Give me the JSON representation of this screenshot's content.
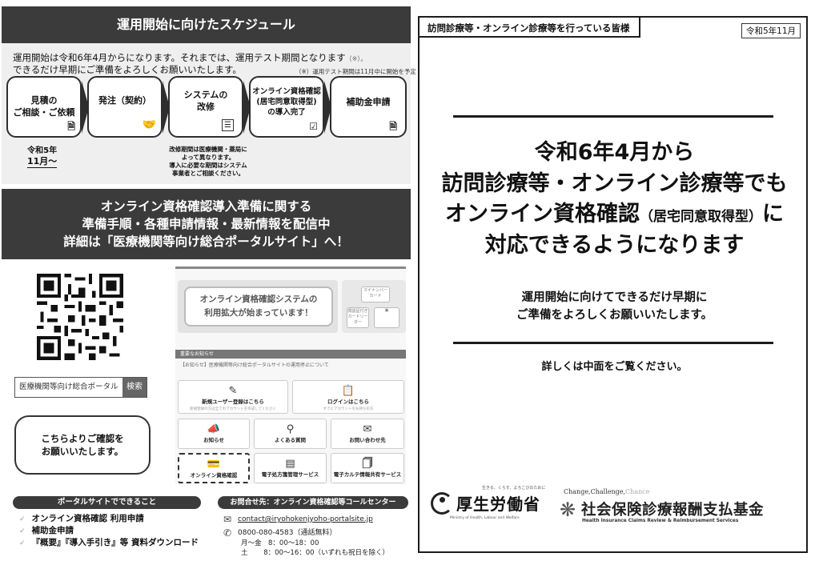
{
  "left": {
    "schedule_title": "運用開始に向けたスケジュール",
    "intro_line1": "運用開始は令和6年4月からになります。それまでは、運用テスト期間となります",
    "intro_mark": "（※）。",
    "intro_line2": "できるだけ早期にご準備をよろしくお願いいたします。",
    "test_note": "（※）運用テスト期間は11月中に開始を予定",
    "steps": [
      {
        "label": "見積の\nご相談・ご依頼",
        "icon": "document-icon"
      },
      {
        "label": "発注（契約）",
        "icon": "handshake-icon"
      },
      {
        "label": "システムの\n改修",
        "icon": "system-icon"
      },
      {
        "label": "オンライン資格確認\n(居宅同意取得型)\nの導入完了",
        "icon": "checkbox-icon"
      },
      {
        "label": "補助金申請",
        "icon": "document-icon"
      }
    ],
    "date_line1": "令和5年",
    "date_line2": "11月〜",
    "modify_note": "改修期間は医療機関・薬局に\nよって異なります。\n導入に必要な期間はシステム\n事業者とご相談ください。",
    "portal_line1": "オンライン資格確認導入準備に関する",
    "portal_line2": "準備手順・各種申請情報・最新情報を配信中",
    "portal_line3": "詳細は「医療機関等向け総合ポータルサイト」へ！",
    "search_placeholder": "医療機関等向け総合ポータル",
    "search_button": "検索",
    "bubble_text": "こちらよりご確認を\nお願いいたします。",
    "portal_mock": {
      "banner_text": "オンライン資格確認システムの\n利用拡大が始まっています！",
      "side_top": "マイナンバーカード",
      "side_bottom_left": "顔認証付きカードリーダー",
      "news_head": "重要なお知らせ",
      "news_item": "【お知らせ】医療機関等向け総合ポータルサイトの運用停止について",
      "tiles": [
        {
          "label": "新規ユーザー登録はこちら",
          "icon": "edit-icon",
          "sub": "新規登録の方は全てのアカウントを作成してください"
        },
        {
          "label": "ログインはこちら",
          "icon": "login-icon",
          "sub": "すでにアカウントをお持ちの方"
        },
        {
          "label": "お知らせ",
          "icon": "megaphone-icon",
          "sub": ""
        },
        {
          "label": "よくある質問",
          "icon": "search-icon",
          "sub": ""
        },
        {
          "label": "お問い合わせ先",
          "icon": "mail-icon",
          "sub": ""
        },
        {
          "label": "オンライン資格確認",
          "icon": "card-icon",
          "sub": ""
        },
        {
          "label": "電子処方箋管理サービス",
          "icon": "prescription-icon",
          "sub": ""
        },
        {
          "label": "電子カルテ情報共有サービス",
          "icon": "files-icon",
          "sub": ""
        }
      ]
    },
    "can_do_title": "ポータルサイトでできること",
    "can_do_items": [
      "オンライン資格確認 利用申請",
      "補助金申請",
      "『概要』『導入手引き』等 資料ダウンロード"
    ],
    "contact_title": "お問合せ先：オンライン資格確認等コールセンター",
    "contact_email": "contact@iryohokenjyoho-portalsite.jp",
    "contact_phone": "0800-080-4583（通話無料）",
    "contact_hours1": "月〜金　8：00〜18：00",
    "contact_hours2": "土　　 8：00〜16：00（いずれも祝日を除く）"
  },
  "right": {
    "audience": "訪問診療等・オンライン診療等を行っている皆様",
    "date_badge": "令和5年11月",
    "headline_line1": "令和6年4月から",
    "headline_line2": "訪問診療等・オンライン診療等でも",
    "headline_line3a": "オンライン資格確認",
    "headline_line3b": "（居宅同意取得型）",
    "headline_line3c": "に",
    "headline_line4": "対応できるようになります",
    "sub_line1": "運用開始に向けてできるだけ早期に",
    "sub_line2": "ご準備をよろしくお願いいたします。",
    "see_inside": "詳しくは中面をご覧ください。",
    "mhlw_name": "厚生労働省",
    "mhlw_tag": "生きる、くらす、よろこびのために",
    "mhlw_en": "Ministry of Health, Labour and Welfare",
    "kikin_cc_a": "Change,Challenge,",
    "kikin_cc_b": "Chance",
    "kikin_name": "社会保険診療報酬支払基金",
    "kikin_en": "Health Insurance Claims Review & Reimbursement Services"
  }
}
